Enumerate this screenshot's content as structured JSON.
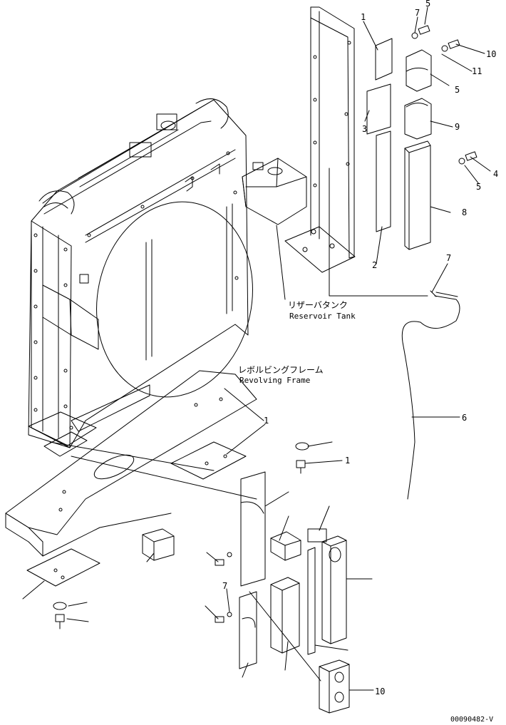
{
  "labels": {
    "reservoir_tank_jp": "リザーバタンク",
    "reservoir_tank_en": "Reservoir Tank",
    "revolving_frame_jp": "レボルビングフレーム",
    "revolving_frame_en": "Revolving Frame"
  },
  "callouts": {
    "c1": "1",
    "c2": "2",
    "c3": "3",
    "c4": "4",
    "c5": "5",
    "c6": "6",
    "c7": "7",
    "c8": "8",
    "c9": "9",
    "c10": "10",
    "c11": "11"
  },
  "document_id": "00090482-V"
}
